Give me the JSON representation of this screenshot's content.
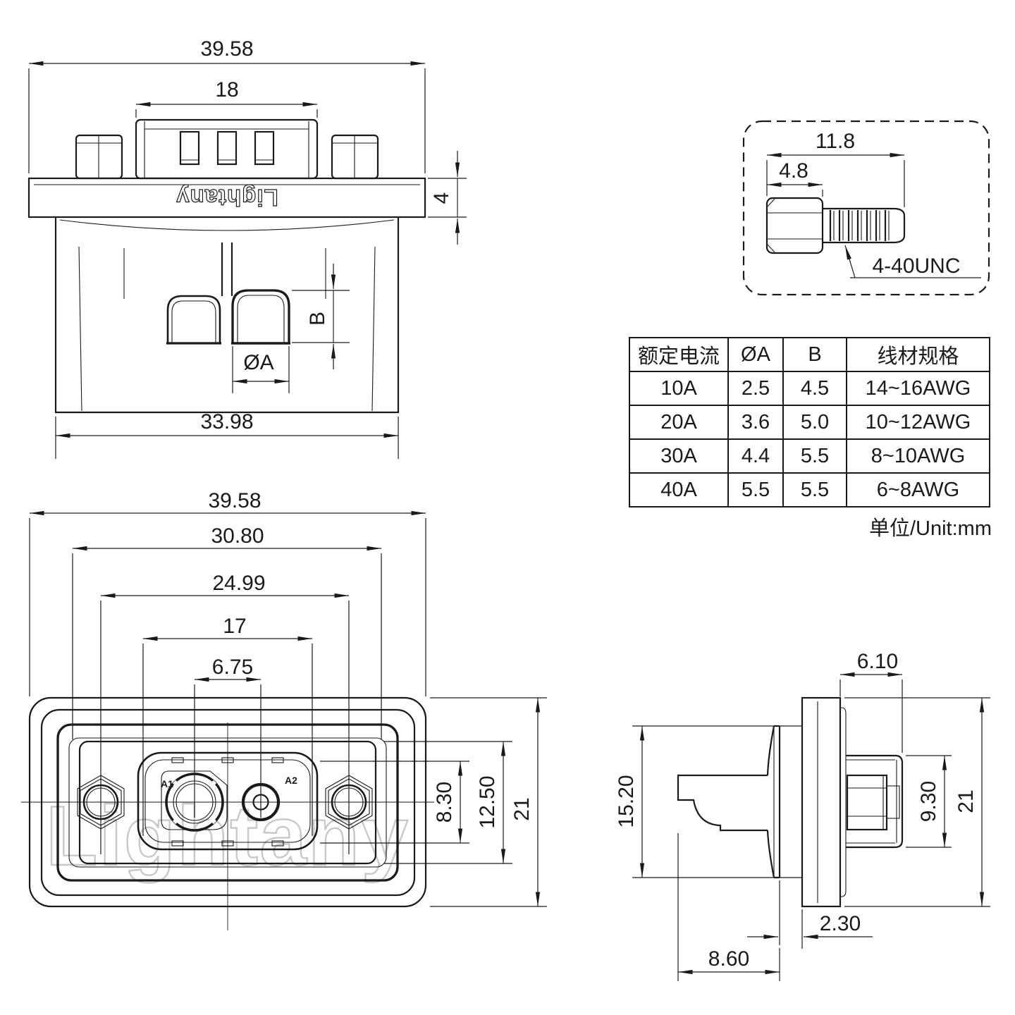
{
  "brand": "Lightany",
  "top_view": {
    "dim_overall_width": "39.58",
    "dim_insert_width": "18",
    "dim_flange_thickness": "4",
    "dim_body_width": "33.98",
    "dim_contact_height": "B",
    "dim_contact_dia": "ØA",
    "flange_logo": "Lightany"
  },
  "screw_detail": {
    "dim_total_length": "11.8",
    "dim_head_length": "4.8",
    "thread_label": "4-40UNC"
  },
  "spec_table": {
    "col_current": "额定电流",
    "col_dia": "ØA",
    "col_b": "B",
    "col_wire": "线材规格",
    "rows": [
      {
        "current": "10A",
        "dia": "2.5",
        "b": "4.5",
        "wire": "14~16AWG"
      },
      {
        "current": "20A",
        "dia": "3.6",
        "b": "5.0",
        "wire": "10~12AWG"
      },
      {
        "current": "30A",
        "dia": "4.4",
        "b": "5.5",
        "wire": "8~10AWG"
      },
      {
        "current": "40A",
        "dia": "5.5",
        "b": "5.5",
        "wire": "6~8AWG"
      }
    ],
    "unit_note": "单位/Unit:mm"
  },
  "front_view": {
    "dim_overall_width": "39.58",
    "dim_recess_width": "30.80",
    "dim_mount_spacing": "24.99",
    "dim_shroud_width": "17",
    "dim_contact_spacing": "6.75",
    "dim_shroud_height": "8.30",
    "dim_recess_height": "12.50",
    "dim_overall_height": "21",
    "label_contact_a1": "A1",
    "label_contact_a2": "A2",
    "watermark": "Lightany"
  },
  "side_view": {
    "dim_rear_depth": "6.10",
    "dim_insulator_height": "15.20",
    "dim_boss_height": "9.30",
    "dim_overall_height": "21",
    "dim_flange_offset": "2.30",
    "dim_front_depth": "8.60"
  },
  "colors": {
    "line": "#1a1a1a",
    "watermark": "#c9c9c9",
    "background": "#ffffff"
  }
}
